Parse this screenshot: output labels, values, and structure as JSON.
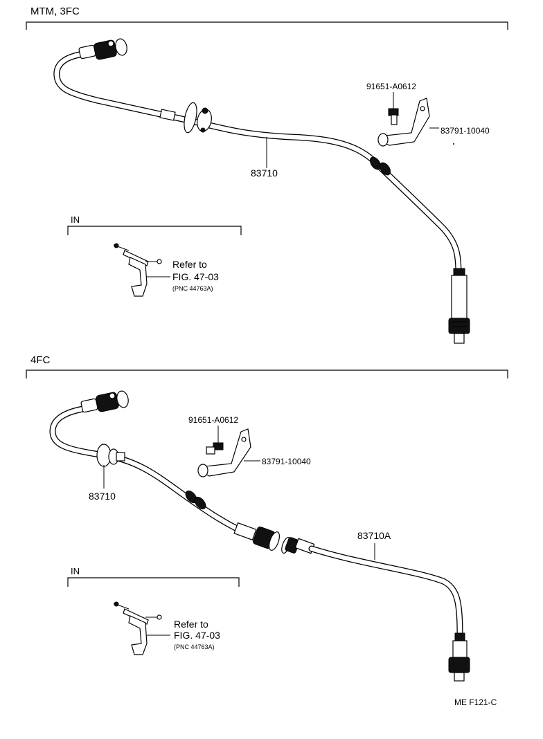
{
  "sections": {
    "top": {
      "title": "MTM, 3FC",
      "cable_label": "83710",
      "bolt_label": "91651-A0612",
      "bracket_label": "83791-10040",
      "inset": {
        "title": "IN",
        "refer_line1": "Refer to",
        "refer_line2": "FIG. 47-03",
        "refer_line3": "(PNC 44763A)"
      }
    },
    "bottom": {
      "title": "4FC",
      "cable_label": "83710",
      "cable2_label": "83710A",
      "bolt_label": "91651-A0612",
      "bracket_label": "83791-10040",
      "inset": {
        "title": "IN",
        "refer_line1": "Refer to",
        "refer_line2": "FIG. 47-03",
        "refer_line3": "(PNC 44763A)"
      }
    }
  },
  "footer": {
    "code": "ME  F121-C"
  }
}
